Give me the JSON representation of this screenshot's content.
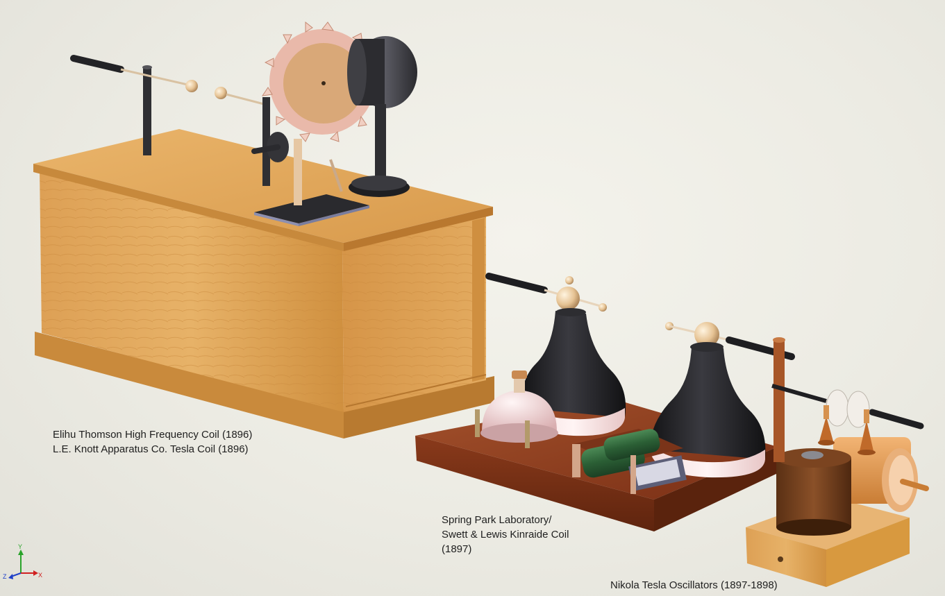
{
  "labels": {
    "thomson_line1": "Elihu Thomson High Frequency Coil (1896)",
    "thomson_line2": "L.E. Knott Apparatus Co. Tesla Coil (1896)",
    "spring_line1": "Spring Park Laboratory/",
    "spring_line2": "Swett & Lewis Kinraide Coil",
    "spring_line3": "(1897)",
    "tesla_line1": "Nikola Tesla Oscillators (1897-1898)"
  },
  "axis_triad": {
    "x": "X",
    "y": "Y",
    "z": "Z"
  },
  "colors": {
    "oak": "#d99a4e",
    "oak_light": "#e7b36a",
    "mahogany": "#8e3a1c",
    "black_iron": "#2a2a2d",
    "brass": "#e8c9a0",
    "copper_wire": "#6b3a18",
    "green_coil": "#2f6b3a"
  }
}
